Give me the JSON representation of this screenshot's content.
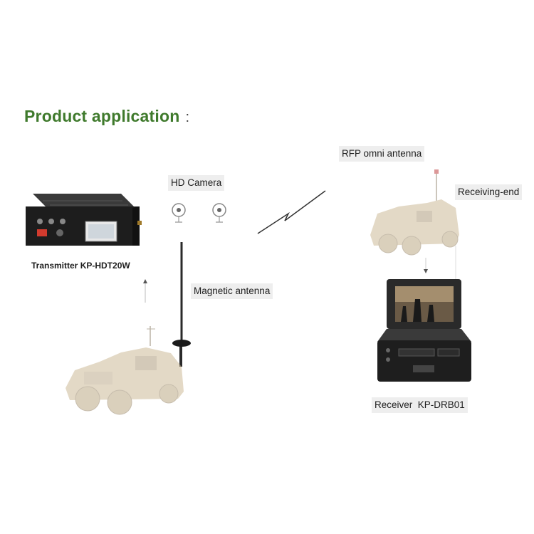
{
  "title": "Product application",
  "title_colon": ":",
  "labels": {
    "hd_camera": "HD Camera",
    "rfp_antenna": "RFP omni antenna",
    "receiving_end": "Receiving-end",
    "transmitter": "Transmitter KP-HDT20W",
    "magnetic_antenna": "Magnetic antenna",
    "receiver": "Receiver  KP-DRB01"
  },
  "colors": {
    "title": "#3f7a2c",
    "vehicle": "#c9b48e",
    "device": "#222222"
  }
}
